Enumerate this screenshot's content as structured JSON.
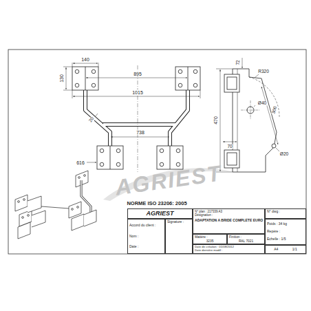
{
  "diagram": {
    "nodes": [
      {
        "text": [
          "AGRIEST"
        ]
      },
      {
        "text": [
          "N° plan : 217339 A3",
          "Désignation :",
          "ADAPTATION A BRIDE COMPLETE EURO"
        ]
      },
      {
        "text": [
          "N° dwg :"
        ]
      },
      {
        "text": [
          "Accord du client :",
          "Nom :",
          "Date :"
        ]
      },
      {
        "text": [
          "Signature :"
        ]
      },
      {
        "text": [
          "Matière :",
          "3235"
        ]
      },
      {
        "text": [
          "Finition :",
          "RAL 7021"
        ]
      },
      {
        "text": [
          "Poids : 34 kg",
          "Repère :",
          "Echelle : 1/5"
        ]
      },
      {
        "text": [
          "Date de création : 01/08/2012",
          "Date dernière modif :"
        ]
      },
      {
        "text": [
          "A4",
          "1/1"
        ]
      }
    ],
    "labels": [
      "140",
      "130",
      "895",
      "1015",
      "20",
      "738",
      "616",
      "72",
      "R320",
      "Ø40",
      "300",
      "470",
      "70",
      "Ø20",
      "NORME ISO 23206: 2005",
      "AGRIEST"
    ]
  }
}
